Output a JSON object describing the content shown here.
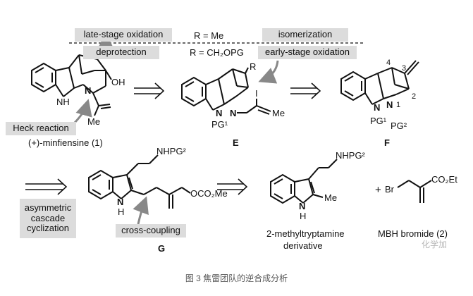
{
  "top_conditions": {
    "late_stage_oxidation": "late-stage oxidation",
    "deprotection": "deprotection",
    "r_me": "R = Me",
    "r_ch2opg": "R = CH₂OPG",
    "isomerization": "isomerization",
    "early_stage_oxidation": "early-stage oxidation"
  },
  "row1": {
    "minfiensine": {
      "oh": "OH",
      "nh": "NH",
      "n": "N",
      "me": "Me",
      "heck": "Heck reaction",
      "name": "(+)-minfiensine (1)"
    },
    "E": {
      "r": "R",
      "n1": "N",
      "n2": "N",
      "pg1": "PG¹",
      "i": "I",
      "me": "Me",
      "label": "E"
    },
    "F": {
      "n1": "N",
      "n2": "N",
      "pg1": "PG¹",
      "pg2": "PG²",
      "num1": "1",
      "num2": "2",
      "num3": "3",
      "num4": "4",
      "label": "F"
    }
  },
  "row2": {
    "cascade": "asymmetric cascade cyclization",
    "G": {
      "nhpg2": "NHPG²",
      "nh": "N",
      "h": "H",
      "ococo2me": "OCO₂Me",
      "cross": "cross-coupling",
      "label": "G"
    },
    "tryptamine": {
      "nhpg2": "NHPG²",
      "n": "N",
      "h": "H",
      "me": "Me",
      "name_line1": "2-methyltryptamine",
      "name_line2": "derivative"
    },
    "plus": "+",
    "mbh": {
      "br": "Br",
      "co2et": "CO₂Et",
      "name": "MBH bromide (2)"
    }
  },
  "watermark": "化学加",
  "caption": "图 3 焦雷团队的逆合成分析"
}
